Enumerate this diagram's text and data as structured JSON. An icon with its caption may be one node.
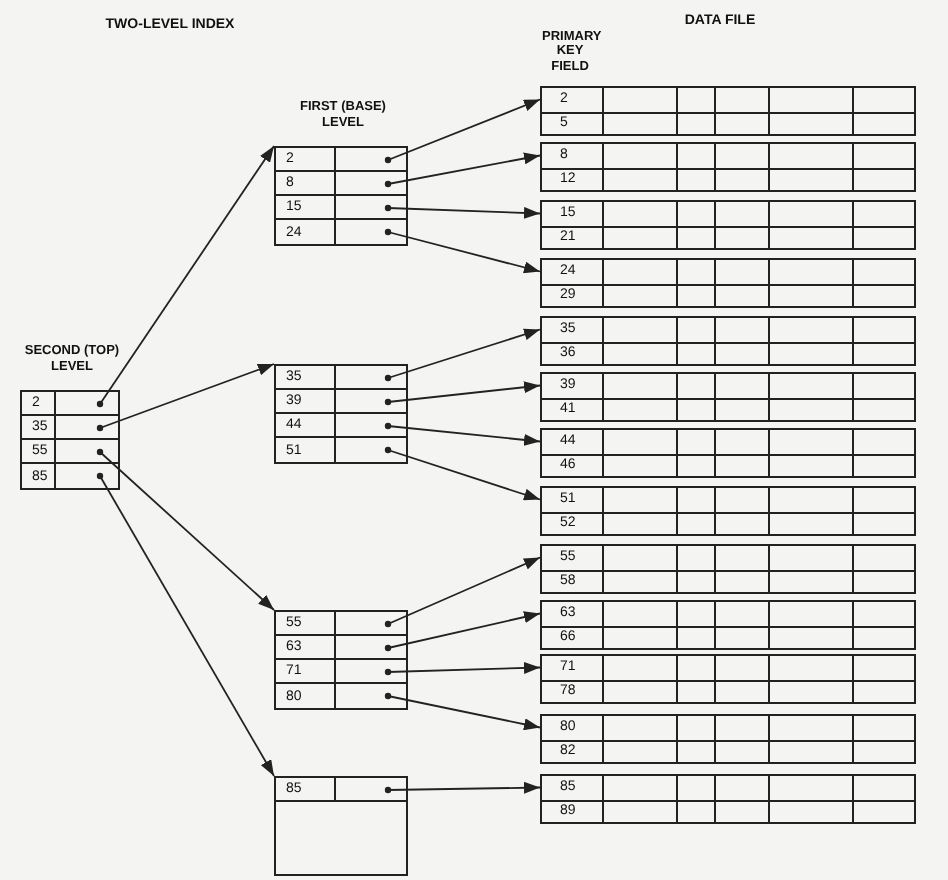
{
  "diagram": {
    "nodes": [
      {
        "text": [
          "SECOND (TOP) LEVEL"
        ]
      },
      {
        "text": [
          "2"
        ],
        "in": 0
      },
      {
        "text": [
          "35"
        ],
        "in": 0
      },
      {
        "text": [
          "55"
        ],
        "in": 0
      },
      {
        "text": [
          "85"
        ],
        "in": 0
      },
      {
        "text": [
          "FIRST (BASE) LEVEL"
        ]
      },
      {
        "text": [
          "2"
        ],
        "in": 5
      },
      {
        "text": [
          "8"
        ],
        "in": 5
      },
      {
        "text": [
          "15"
        ],
        "in": 5
      },
      {
        "text": [
          "24"
        ],
        "in": 5
      },
      {
        "text": [],
        "shape": "box"
      },
      {
        "text": [
          "35"
        ],
        "in": 10
      },
      {
        "text": [
          "39"
        ],
        "in": 10
      },
      {
        "text": [
          "44"
        ],
        "in": 10
      },
      {
        "text": [
          "51"
        ],
        "in": 10
      },
      {
        "text": [],
        "shape": "box"
      },
      {
        "text": [
          "55"
        ],
        "in": 15
      },
      {
        "text": [
          "63"
        ],
        "in": 15
      },
      {
        "text": [
          "71"
        ],
        "in": 15
      },
      {
        "text": [
          "80"
        ],
        "in": 15
      },
      {
        "text": [],
        "shape": "box"
      },
      {
        "text": [
          "85"
        ],
        "in": 20
      },
      {
        "text": [
          "2",
          "5"
        ]
      },
      {
        "text": [
          "8",
          "12"
        ]
      },
      {
        "text": [
          "15",
          "21"
        ]
      },
      {
        "text": [
          "24",
          "29"
        ]
      },
      {
        "text": [
          "35",
          "36"
        ]
      },
      {
        "text": [
          "39",
          "41"
        ]
      },
      {
        "text": [
          "44",
          "46"
        ]
      },
      {
        "text": [
          "51",
          "52"
        ]
      },
      {
        "text": [
          "55",
          "58"
        ]
      },
      {
        "text": [
          "63",
          "66"
        ]
      },
      {
        "text": [
          "71",
          "78"
        ]
      },
      {
        "text": [
          "80",
          "82"
        ]
      },
      {
        "text": [
          "85",
          "89"
        ]
      }
    ],
    "edges": [
      {
        "from": 1,
        "to": 5,
        "arrow": "to"
      },
      {
        "from": 2,
        "to": 10,
        "arrow": "to"
      },
      {
        "from": 3,
        "to": 15,
        "arrow": "to"
      },
      {
        "from": 4,
        "to": 20,
        "arrow": "to"
      },
      {
        "from": 6,
        "to": 22,
        "arrow": "to"
      },
      {
        "from": 7,
        "to": 23,
        "arrow": "to"
      },
      {
        "from": 8,
        "to": 24,
        "arrow": "to"
      },
      {
        "from": 9,
        "to": 25,
        "arrow": "to"
      },
      {
        "from": 11,
        "to": 26,
        "arrow": "to"
      },
      {
        "from": 12,
        "to": 27,
        "arrow": "to"
      },
      {
        "from": 13,
        "to": 28,
        "arrow": "to"
      },
      {
        "from": 14,
        "to": 29,
        "arrow": "to"
      },
      {
        "from": 16,
        "to": 30,
        "arrow": "to"
      },
      {
        "from": 17,
        "to": 31,
        "arrow": "to"
      },
      {
        "from": 18,
        "to": 32,
        "arrow": "to"
      },
      {
        "from": 19,
        "to": 33,
        "arrow": "to"
      },
      {
        "from": 21,
        "to": 34,
        "arrow": "to"
      }
    ],
    "labels": [
      "TWO-LEVEL INDEX",
      "DATA FILE",
      "PRIMARY KEY FIELD"
    ]
  }
}
